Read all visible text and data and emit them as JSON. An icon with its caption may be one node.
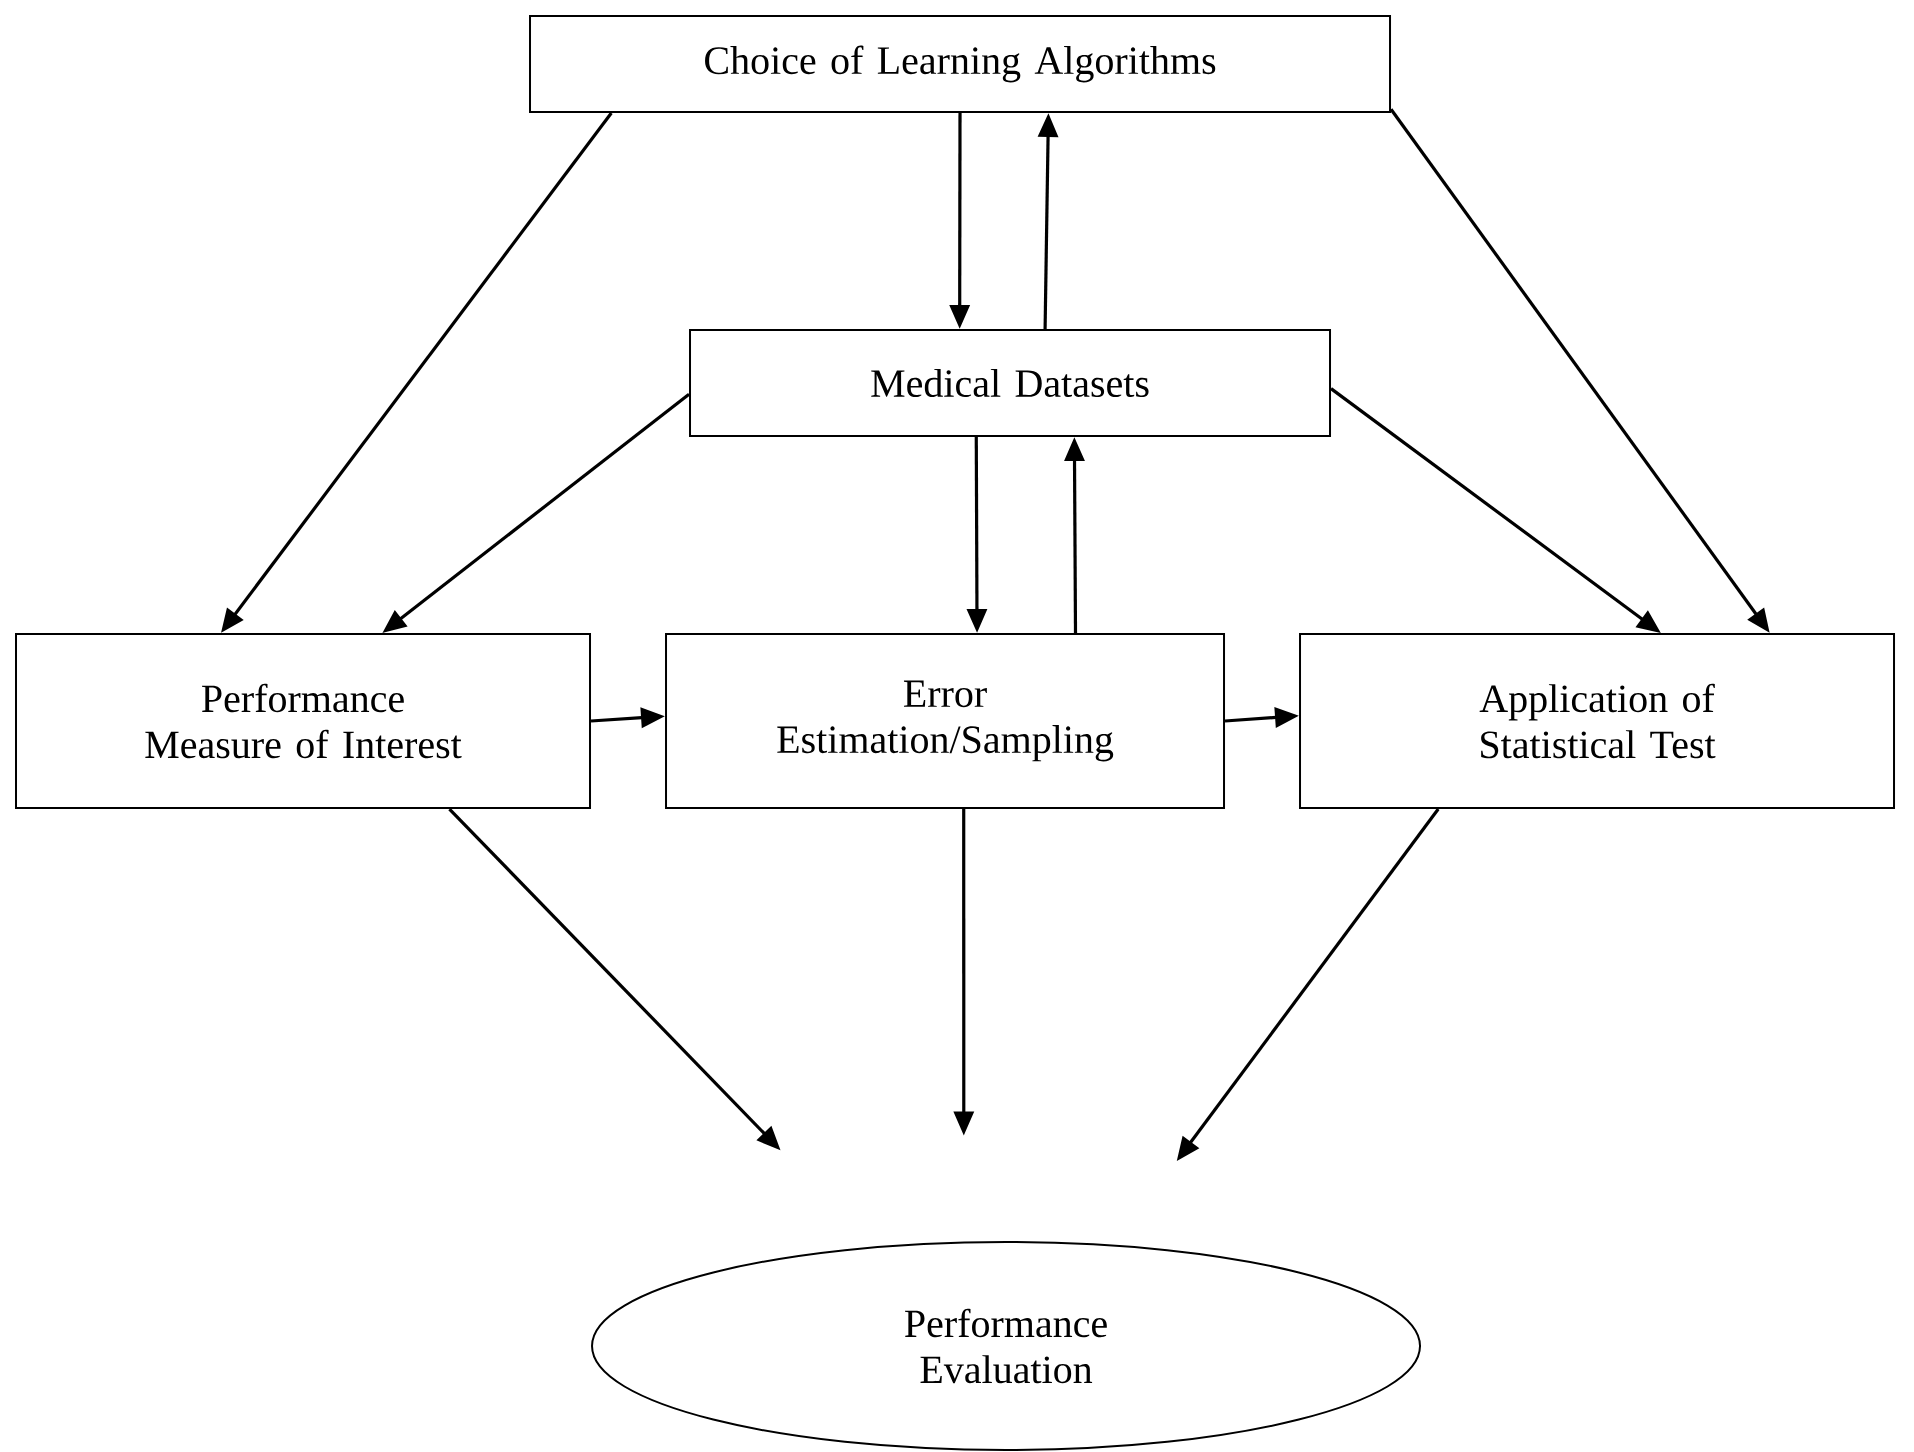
{
  "diagram": {
    "nodes": [
      {
        "text": [
          "Choice of Learning Algorithms"
        ]
      },
      {
        "text": [
          "Medical Datasets"
        ]
      },
      {
        "text": [
          "Performance Measure of Interest"
        ]
      },
      {
        "text": [
          "Error Estimation/Sampling"
        ]
      },
      {
        "text": [
          "Application of Statistical Test"
        ]
      },
      {
        "text": [
          "Performance Evaluation"
        ]
      }
    ],
    "edges": [
      {
        "from": 0,
        "to": 2,
        "arrow": "to"
      },
      {
        "from": 0,
        "to": 1,
        "arrow": "to"
      },
      {
        "from": 1,
        "to": 0,
        "arrow": "to"
      },
      {
        "from": 0,
        "to": 4,
        "arrow": "to"
      },
      {
        "from": 1,
        "to": 2,
        "arrow": "to"
      },
      {
        "from": 1,
        "to": 4,
        "arrow": "to"
      },
      {
        "from": 1,
        "to": 3,
        "arrow": "to"
      },
      {
        "from": 3,
        "to": 1,
        "arrow": "to"
      },
      {
        "from": 2,
        "to": 3,
        "arrow": "to"
      },
      {
        "from": 3,
        "to": 4,
        "arrow": "to"
      },
      {
        "from": 2,
        "to": 5,
        "arrow": "to"
      },
      {
        "from": 3,
        "to": 5,
        "arrow": "to"
      },
      {
        "from": 4,
        "to": 5,
        "arrow": "to"
      }
    ]
  }
}
